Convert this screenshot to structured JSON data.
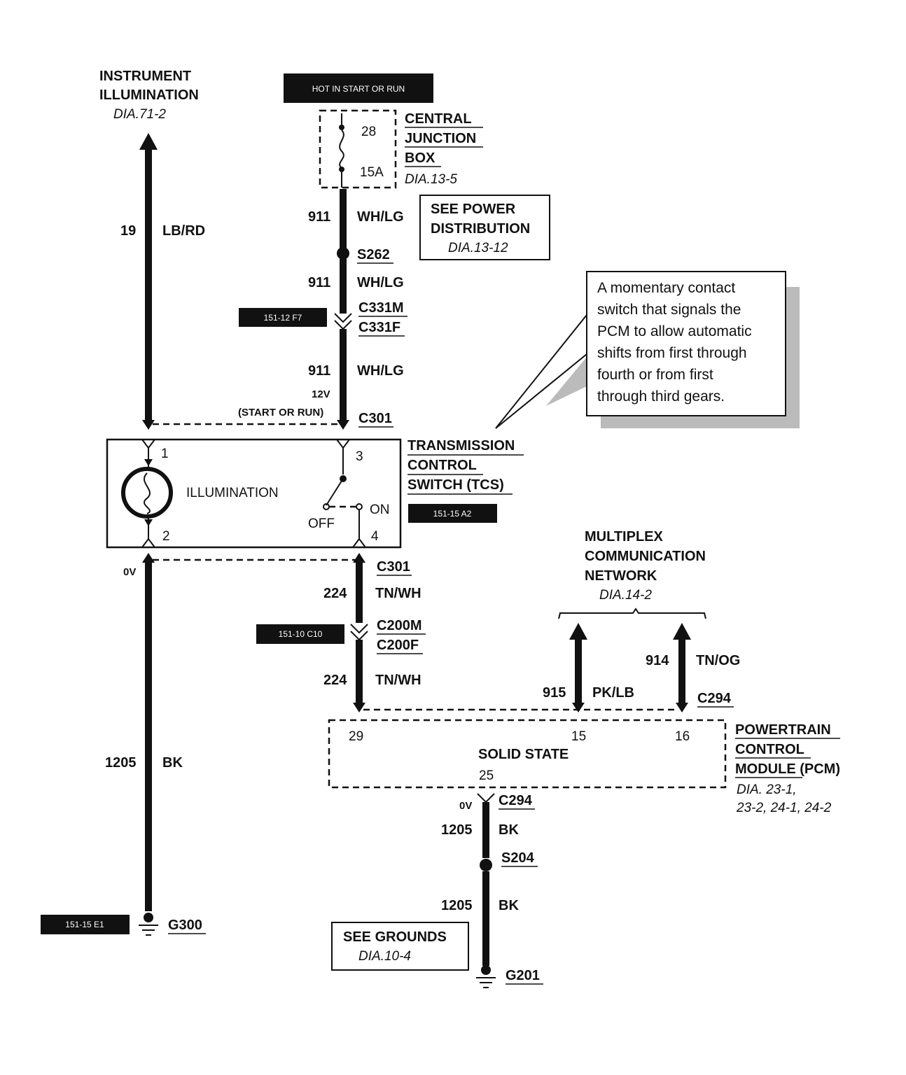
{
  "labels": {
    "instrument_illumination": [
      "INSTRUMENT",
      "ILLUMINATION"
    ],
    "instrument_dia": "DIA.71-2",
    "hot_box": "HOT IN START OR RUN",
    "fuse_number": "28",
    "fuse_rating": "15A",
    "cjb": [
      "CENTRAL",
      "JUNCTION",
      "BOX"
    ],
    "cjb_dia": "DIA.13-5",
    "power_dist": [
      "SEE POWER",
      "DISTRIBUTION"
    ],
    "power_dist_dia": "DIA.13-12",
    "note": [
      "A momentary contact",
      "switch that signals the",
      "PCM to allow automatic",
      "shifts from first through",
      "fourth or from first",
      "through third gears."
    ],
    "tcs": [
      "TRANSMISSION",
      "CONTROL",
      "SWITCH (TCS)"
    ],
    "tcs_ref": "151-15 A2",
    "illumination": "ILLUMINATION",
    "pin1": "1",
    "pin2": "2",
    "pin3": "3",
    "pin4": "4",
    "off": "OFF",
    "on": "ON",
    "multiplex": [
      "MULTIPLEX",
      "COMMUNICATION",
      "NETWORK"
    ],
    "multiplex_dia": "DIA.14-2",
    "pcm": [
      "POWERTRAIN",
      "CONTROL",
      "MODULE (PCM)"
    ],
    "pcm_dia": [
      "DIA. 23-1,",
      "23-2, 24-1, 24-2"
    ],
    "solid_state": "SOLID STATE",
    "pcm_pin29": "29",
    "pcm_pin15": "15",
    "pcm_pin16": "16",
    "pcm_pin25": "25",
    "see_grounds": "SEE GROUNDS",
    "grounds_dia": "DIA.10-4",
    "ref_c331": "151-12 F7",
    "ref_c200": "151-10 C10",
    "ref_g300": "151-15 E1"
  },
  "wires": {
    "w19_num": "19",
    "w19_color": "LB/RD",
    "w911a_num": "911",
    "w911a_color": "WH/LG",
    "s262": "S262",
    "w911b_num": "911",
    "w911b_color": "WH/LG",
    "c331m": "C331M",
    "c331f": "C331F",
    "w911c_num": "911",
    "w911c_color": "WH/LG",
    "v12": "12V",
    "start_run": "(START OR RUN)",
    "c301_top": "C301",
    "c301_bottom": "C301",
    "v0_left": "0V",
    "w224a_num": "224",
    "w224a_color": "TN/WH",
    "c200m": "C200M",
    "c200f": "C200F",
    "w224b_num": "224",
    "w224b_color": "TN/WH",
    "w1205_num": "1205",
    "w1205_color": "BK",
    "g300": "G300",
    "w915_num": "915",
    "w915_color": "PK/LB",
    "w914_num": "914",
    "w914_color": "TN/OG",
    "c294_top": "C294",
    "v0_pcm": "0V",
    "c294_bottom": "C294",
    "w1205b_num": "1205",
    "w1205b_color": "BK",
    "s204": "S204",
    "w1205c_num": "1205",
    "w1205c_color": "BK",
    "g201": "G201"
  }
}
